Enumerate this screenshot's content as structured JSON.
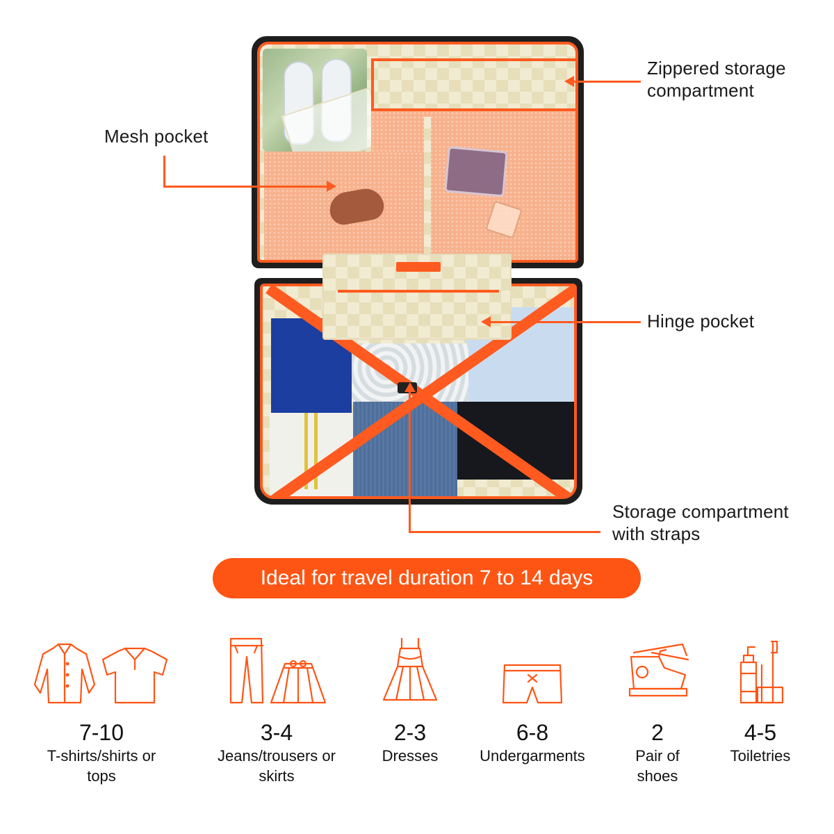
{
  "callouts": {
    "zippered": "Zippered storage\ncompartment",
    "mesh": "Mesh pocket",
    "hinge": "Hinge pocket",
    "straps": "Storage compartment\nwith straps"
  },
  "banner": {
    "text": "Ideal for travel duration 7 to 14 days"
  },
  "capacity": [
    {
      "count": "7-10",
      "label": "T-shirts/shirts or\ntops",
      "icon": "shirt-icon"
    },
    {
      "count": "3-4",
      "label": "Jeans/trousers or\nskirts",
      "icon": "trousers-icon"
    },
    {
      "count": "2-3",
      "label": "Dresses",
      "icon": "dress-icon"
    },
    {
      "count": "6-8",
      "label": "Undergarments",
      "icon": "shorts-icon"
    },
    {
      "count": "2",
      "label": "Pair of\nshoes",
      "icon": "sneaker-icon"
    },
    {
      "count": "4-5",
      "label": "Toiletries",
      "icon": "toiletries-icon"
    }
  ],
  "colors": {
    "accent": "#ff5514",
    "lining": "#f1ebd2",
    "shell": "#1e1e1e",
    "text": "#111111"
  }
}
